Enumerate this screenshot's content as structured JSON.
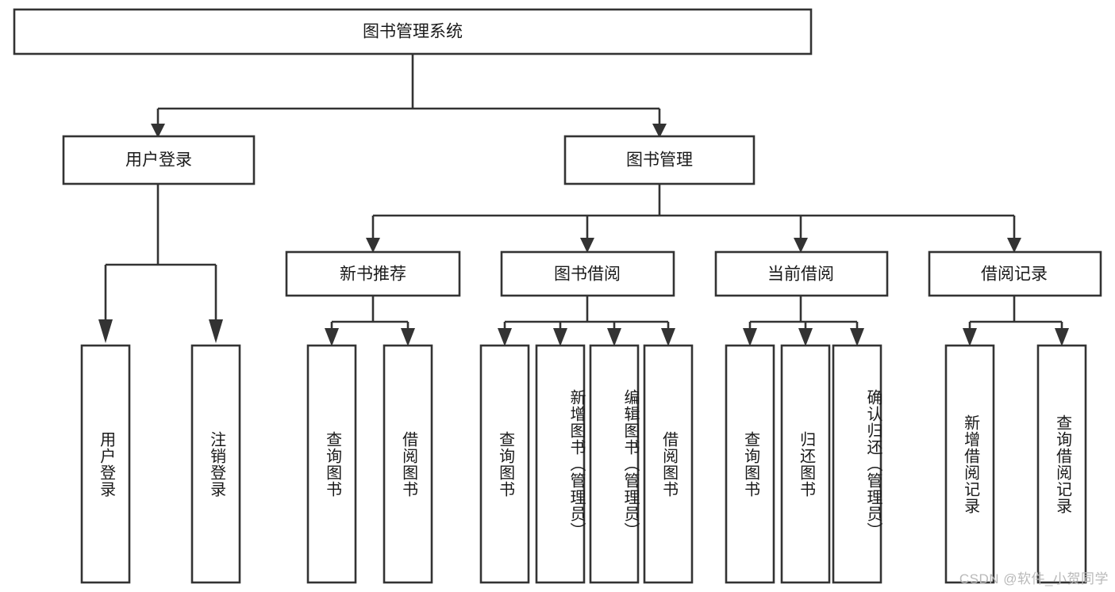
{
  "diagram": {
    "type": "tree-hierarchy",
    "title": "图书管理系统",
    "watermark": "CSDN @软件_小贺同学",
    "colors": {
      "background": "#ffffff",
      "box_fill": "#ffffff",
      "box_stroke": "#333333",
      "text": "#1a1a1a",
      "watermark": "#b9b9b9"
    },
    "levels": [
      {
        "level": 1,
        "nodes": [
          {
            "id": "root",
            "label": "图书管理系统",
            "orientation": "horizontal"
          }
        ]
      },
      {
        "level": 2,
        "nodes": [
          {
            "id": "user-login",
            "label": "用户登录",
            "orientation": "horizontal",
            "parent": "root"
          },
          {
            "id": "book-mgmt",
            "label": "图书管理",
            "orientation": "horizontal",
            "parent": "root"
          }
        ]
      },
      {
        "level": 3,
        "nodes": [
          {
            "id": "new-book-rec",
            "label": "新书推荐",
            "orientation": "horizontal",
            "parent": "book-mgmt"
          },
          {
            "id": "book-borrow",
            "label": "图书借阅",
            "orientation": "horizontal",
            "parent": "book-mgmt"
          },
          {
            "id": "current-borrow",
            "label": "当前借阅",
            "orientation": "horizontal",
            "parent": "book-mgmt"
          },
          {
            "id": "borrow-record",
            "label": "借阅记录",
            "orientation": "horizontal",
            "parent": "book-mgmt"
          }
        ]
      },
      {
        "level": 4,
        "nodes": [
          {
            "id": "leaf-1",
            "label": "用户登录",
            "orientation": "vertical",
            "parent": "user-login"
          },
          {
            "id": "leaf-2",
            "label": "注销登录",
            "orientation": "vertical",
            "parent": "user-login"
          },
          {
            "id": "leaf-3",
            "label": "查询图书",
            "orientation": "vertical",
            "parent": "new-book-rec"
          },
          {
            "id": "leaf-4",
            "label": "借阅图书",
            "orientation": "vertical",
            "parent": "new-book-rec"
          },
          {
            "id": "leaf-5",
            "label": "查询图书",
            "orientation": "vertical",
            "parent": "book-borrow"
          },
          {
            "id": "leaf-6",
            "label": "新增图书（管理员）",
            "orientation": "vertical",
            "parent": "book-borrow"
          },
          {
            "id": "leaf-7",
            "label": "编辑图书（管理员）",
            "orientation": "vertical",
            "parent": "book-borrow"
          },
          {
            "id": "leaf-8",
            "label": "借阅图书",
            "orientation": "vertical",
            "parent": "book-borrow"
          },
          {
            "id": "leaf-9",
            "label": "查询图书",
            "orientation": "vertical",
            "parent": "current-borrow"
          },
          {
            "id": "leaf-10",
            "label": "归还图书",
            "orientation": "vertical",
            "parent": "current-borrow"
          },
          {
            "id": "leaf-11",
            "label": "确认归还（管理员）",
            "orientation": "vertical",
            "parent": "current-borrow"
          },
          {
            "id": "leaf-12",
            "label": "新增借阅记录",
            "orientation": "vertical",
            "parent": "borrow-record"
          },
          {
            "id": "leaf-13",
            "label": "查询借阅记录",
            "orientation": "vertical",
            "parent": "borrow-record"
          }
        ]
      }
    ]
  }
}
